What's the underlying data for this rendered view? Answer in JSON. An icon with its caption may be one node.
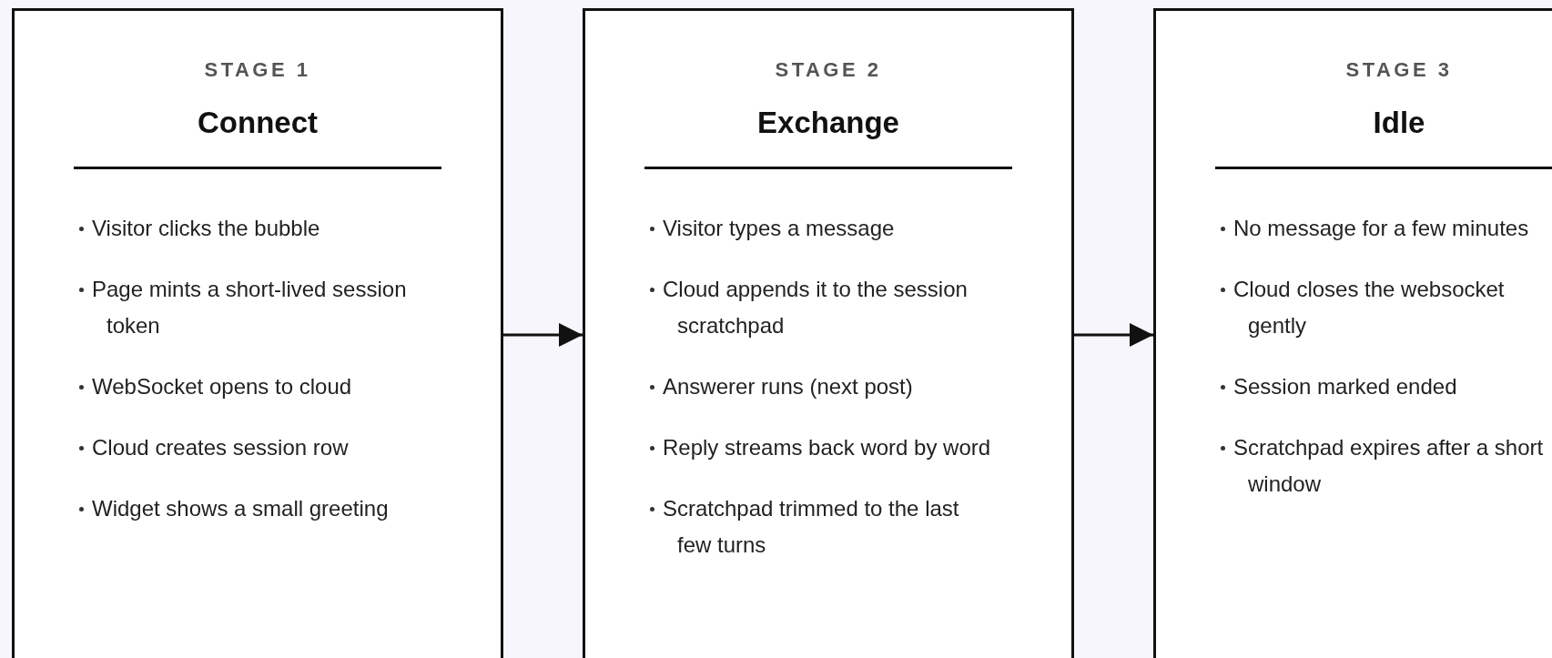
{
  "diagram": {
    "nodes": [
      {
        "text": [
          "STAGE 1",
          "Connect",
          "Visitor clicks the bubble",
          "Page mints a short-lived session token",
          "WebSocket opens to cloud",
          "Cloud creates session row",
          "Widget shows a small greeting"
        ]
      },
      {
        "text": [
          "STAGE 2",
          "Exchange",
          "Visitor types a message",
          "Cloud appends it to the session scratchpad",
          "Answerer runs (next post)",
          "Reply streams back word by word",
          "Scratchpad trimmed to the last few turns"
        ]
      },
      {
        "text": [
          "STAGE 3",
          "Idle",
          "No message for a few minutes",
          "Cloud closes the websocket gently",
          "Session marked ended",
          "Scratchpad expires after a short window"
        ]
      }
    ],
    "edges": [
      {
        "from": 0,
        "to": 1,
        "arrow": "to"
      },
      {
        "from": 1,
        "to": 2,
        "arrow": "to"
      }
    ]
  }
}
